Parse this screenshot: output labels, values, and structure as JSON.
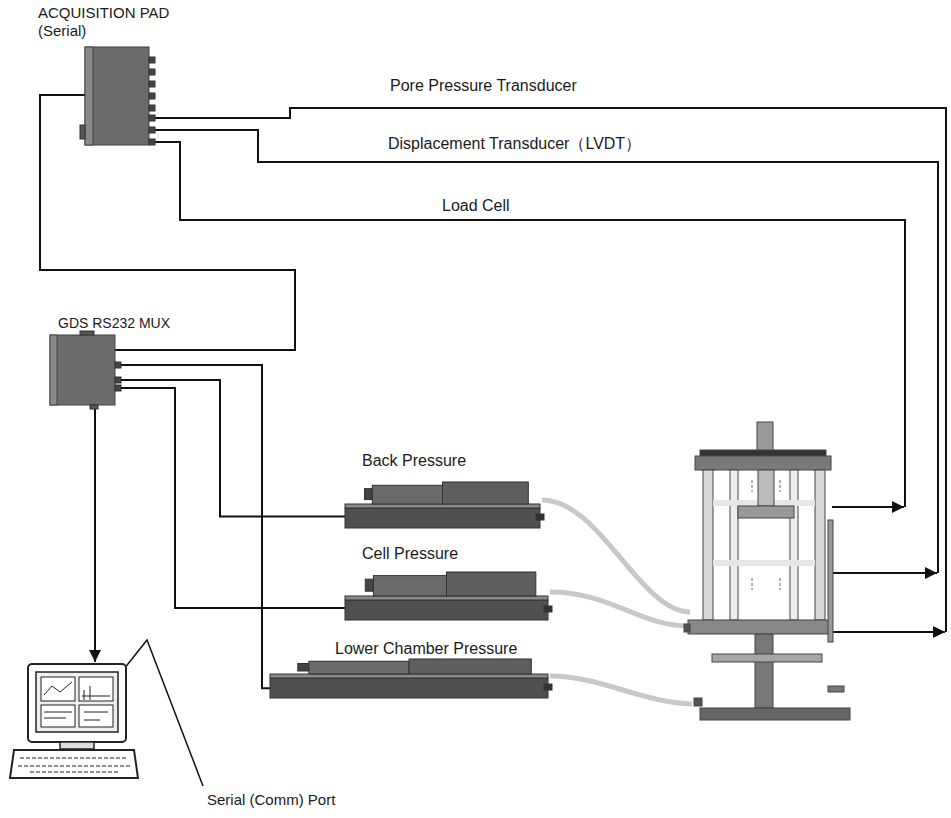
{
  "diagram": {
    "nodes": [
      {
        "text": [
          "ACQUISITION PAD (Serial)"
        ]
      },
      {
        "text": [
          "GDS RS232 MUX"
        ]
      },
      {
        "text": [
          "Back Pressure"
        ]
      },
      {
        "text": [
          "Cell Pressure"
        ]
      },
      {
        "text": [
          "Lower Chamber Pressure"
        ]
      }
    ],
    "edges": [
      {
        "from": 0,
        "to": 1,
        "arrow": "none"
      },
      {
        "from": 1,
        "to": 2,
        "arrow": "none"
      },
      {
        "from": 1,
        "to": 3,
        "arrow": "none"
      },
      {
        "from": 1,
        "to": 4,
        "arrow": "none"
      }
    ],
    "labels": [
      "Pore Pressure Transducer",
      "Displacement Transducer（LVDT）",
      "Load Cell",
      "Serial (Comm) Port"
    ]
  }
}
